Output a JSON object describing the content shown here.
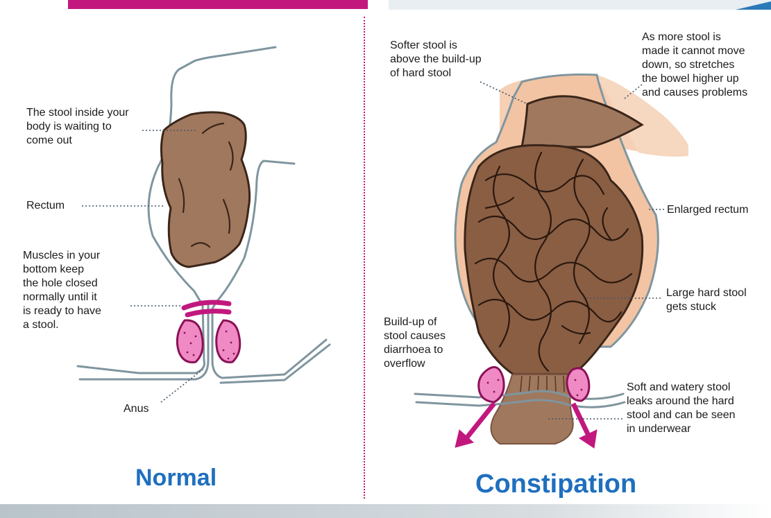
{
  "normal": {
    "title": "Normal",
    "labels": {
      "stool_inside": "The stool inside your\nbody is waiting to\ncome out",
      "rectum": "Rectum",
      "muscles": "Muscles in your\nbottom keep\nthe hole closed\nnormally until it\nis ready to have\na stool.",
      "anus": "Anus"
    }
  },
  "constipation": {
    "title": "Constipation",
    "labels": {
      "softer_stool": "Softer stool is\nabove the build-up\nof hard stool",
      "more_stool": "As more stool is\nmade it cannot move\ndown, so stretches\nthe bowel higher up\nand causes problems",
      "enlarged_rectum": "Enlarged rectum",
      "large_hard_stool": "Large hard stool\ngets stuck",
      "buildup": "Build-up of\nstool causes\ndiarrhoea to\noverflow",
      "watery_stool": "Soft and watery stool\nleaks around the hard\nstool and can be seen\nin underwear"
    }
  },
  "colors": {
    "accent": "#c2187e",
    "title_blue": "#1f6fbf",
    "stool": "#a0785e",
    "stool_dark": "#8a5e43",
    "outline": "#3a2519",
    "bowel_line": "#7f959f",
    "enlarged": "#f2c4a3",
    "muscle_fill": "#f08ac4"
  }
}
